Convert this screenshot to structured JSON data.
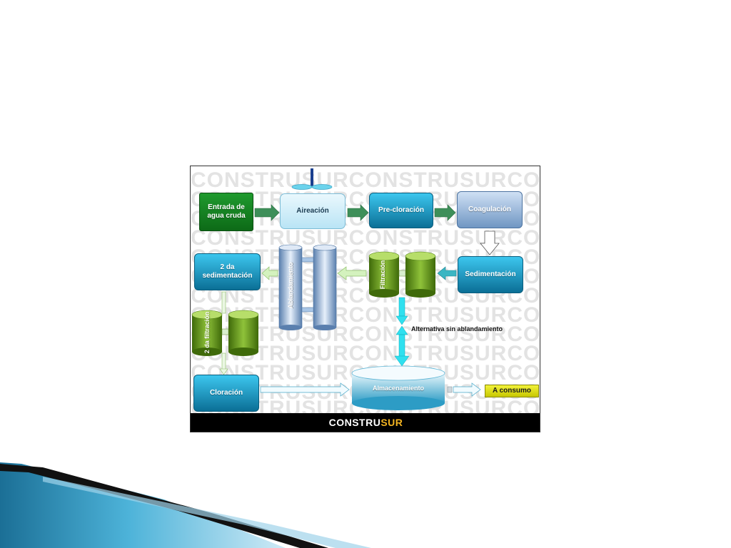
{
  "diagram": {
    "watermark": "CONSTRUSURCONSTRUSURCONSTRUSUR",
    "nodes": {
      "entrada": "Entrada de agua cruda",
      "aireacion": "Aireación",
      "precloracion": "Pre-cloración",
      "coagulacion": "Coagulación",
      "sedimentacion": "Sedimentación",
      "filtracion": "Filtración",
      "ablandamiento": "Ablandamiento",
      "segunda_sedimentacion": "2 da sedimentación",
      "segunda_filtracion": "2 da filtración",
      "cloracion": "Cloración",
      "almacenamiento": "Almacenamiento",
      "consumo": "A consumo"
    },
    "alternative_label": "Alternativa sin ablandamiento",
    "brand_part1": "CONSTRU",
    "brand_part2": "SUR",
    "colors": {
      "green": "#0d6a17",
      "cyan": "#0b6f96",
      "steel": "#6f96c3",
      "cylinder_green": "#6a9e1a",
      "yellow": "#e0e000",
      "brand_accent": "#f2b321"
    }
  }
}
